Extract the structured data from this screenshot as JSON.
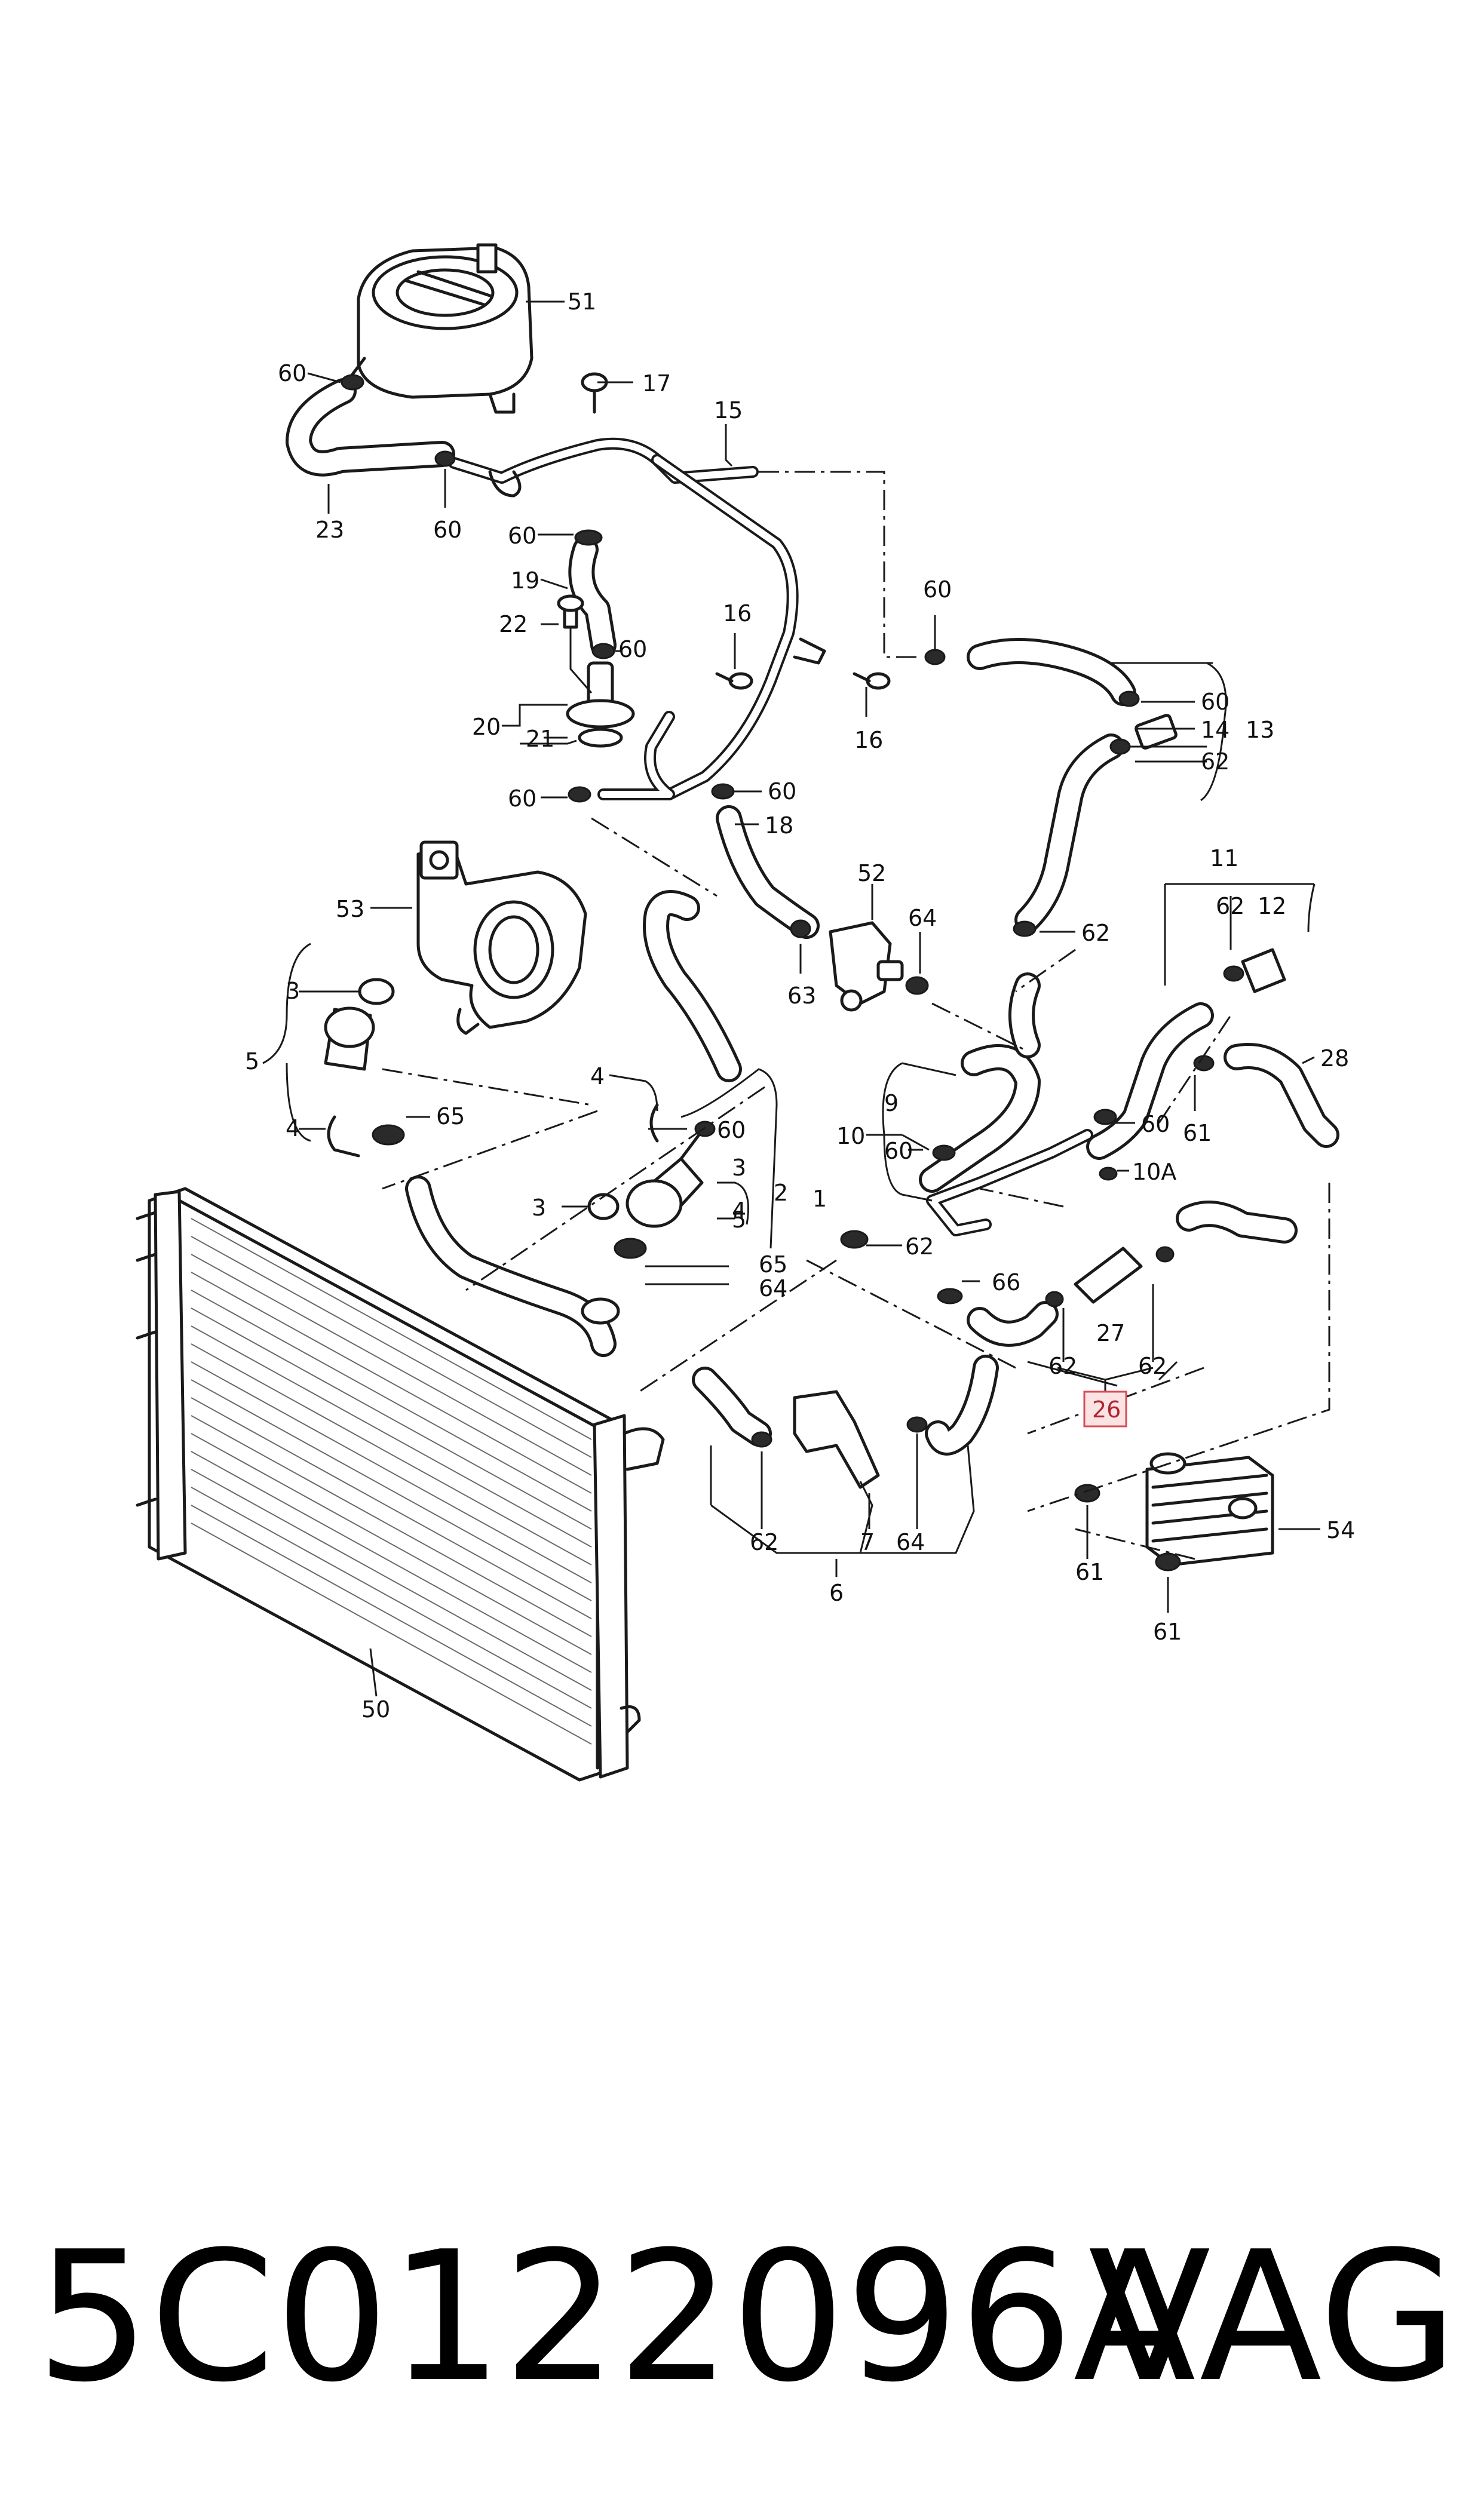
{
  "diagram": {
    "callouts": {
      "c1": "1",
      "c2": "2",
      "c3a": "3",
      "c3b": "3",
      "c3c": "3",
      "c4a": "4",
      "c4b": "4",
      "c4c": "4",
      "c5a": "5",
      "c5b": "5",
      "c6": "6",
      "c7": "7",
      "c9": "9",
      "c10": "10",
      "c10a": "10A",
      "c11": "11",
      "c12": "12",
      "c13": "13",
      "c14": "14",
      "c15": "15",
      "c16a": "16",
      "c16b": "16",
      "c17": "17",
      "c18": "18",
      "c19": "19",
      "c20": "20",
      "c21": "21",
      "c22": "22",
      "c23": "23",
      "c26": "26",
      "c27": "27",
      "c28": "28",
      "c50": "50",
      "c51": "51",
      "c52": "52",
      "c53": "53",
      "c54": "54",
      "c60a": "60",
      "c60b": "60",
      "c60c": "60",
      "c60d": "60",
      "c60e": "60",
      "c60f": "60",
      "c60g": "60",
      "c60h": "60",
      "c60i": "60",
      "c60j": "60",
      "c60k": "60",
      "c61a": "61",
      "c61b": "61",
      "c61c": "61",
      "c62a": "62",
      "c62b": "62",
      "c62c": "62",
      "c62d": "62",
      "c62e": "62",
      "c62f": "62",
      "c62g": "62",
      "c63": "63",
      "c64a": "64",
      "c64b": "64",
      "c64c": "64",
      "c65a": "65",
      "c65b": "65",
      "c66": "66"
    },
    "highlighted_callout": "26",
    "highlight_color": "#d94a55"
  },
  "footer": {
    "part_number": "5C0122096A",
    "brand": "VAG"
  }
}
